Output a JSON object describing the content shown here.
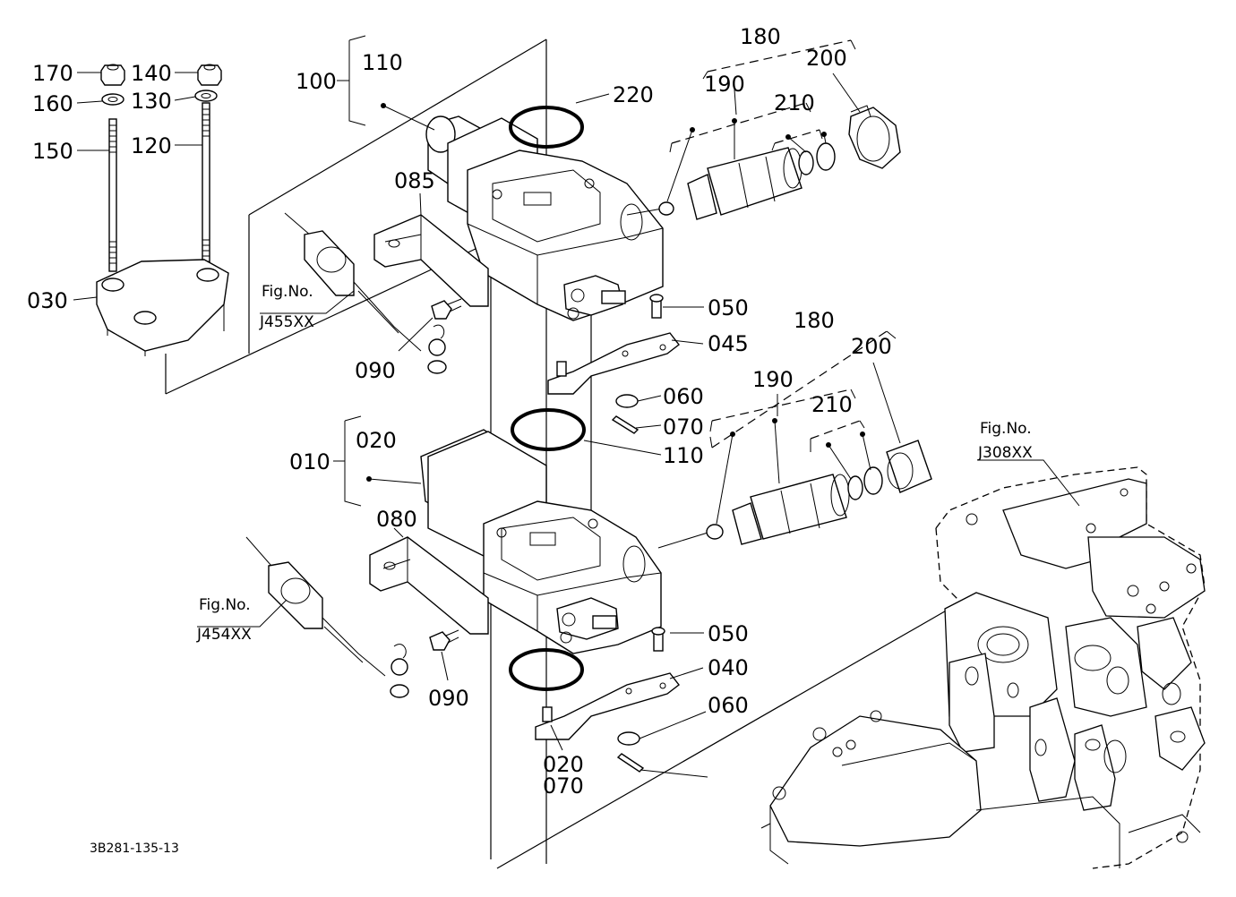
{
  "labels": {
    "p170": "170",
    "p160": "160",
    "p150": "150",
    "p030": "030",
    "p140": "140",
    "p130": "130",
    "p120": "120",
    "p100": "100",
    "p110_top": "110",
    "p085": "085",
    "p220": "220",
    "p180_top": "180",
    "p190_top": "190",
    "p200_top": "200",
    "p210_top": "210",
    "p050_top": "050",
    "p045": "045",
    "p060_top": "060",
    "p070_top": "070",
    "p090_top": "090",
    "p110_mid": "110",
    "p180_mid": "180",
    "p190_mid": "190",
    "p200_mid": "200",
    "p210_mid": "210",
    "p010": "010",
    "p020_top": "020",
    "p080": "080",
    "p050_bot": "050",
    "p040": "040",
    "p060_bot": "060",
    "p090_bot": "090",
    "p020_bot": "020",
    "p070_bot": "070"
  },
  "figrefs": {
    "j455_caption": "Fig.No.",
    "j455_code": "J455XX",
    "j454_caption": "Fig.No.",
    "j454_code": "J454XX",
    "j308_caption": "Fig.No.",
    "j308_code": "J308XX"
  },
  "diagram_code": "3B281-135-13"
}
